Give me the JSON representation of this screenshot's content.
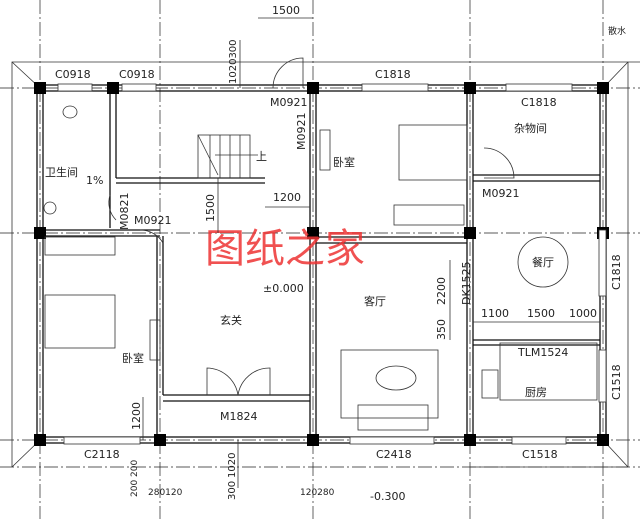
{
  "watermark": "图纸之家",
  "rooms": {
    "bathroom": "卫生间",
    "bedroom_top": "卧室",
    "storage": "杂物间",
    "dining": "餐厅",
    "living": "客厅",
    "foyer": "玄关",
    "bedroom_left": "卧室",
    "kitchen": "厨房"
  },
  "annotations": {
    "slope": "1%",
    "stair_up": "上",
    "floor_level": "±0.000",
    "outdoor_level": "-0.300",
    "apron": "散水"
  },
  "openings": {
    "c0918_a": "C0918",
    "c0918_b": "C0918",
    "m0921_top": "M0921",
    "m0921_vert": "M0921",
    "c1818_top": "C1818",
    "c1818_storage": "C1818",
    "m0921_storage": "M0921",
    "m0821": "M0821",
    "m0921_bath": "M0921",
    "dk1525": "DK1525",
    "c1818_right": "C1818",
    "tlm1524": "TLM1524",
    "c1518_right": "C1518",
    "m1824": "M1824",
    "c2118": "C2118",
    "c2418": "C2418",
    "c1518_bottom": "C1518"
  },
  "dimensions": {
    "d1500_top": "1500",
    "d1020300": "1020300",
    "d1500_stair": "1500",
    "d1200_stair": "1200",
    "d2200": "2200",
    "d350": "350",
    "d1100": "1100",
    "d1500_dining": "1500",
    "d1000": "1000",
    "d1200_bed": "1200",
    "d1020": "1020",
    "d300": "300",
    "d200_a": "200",
    "d200_b": "200",
    "d280120": "280120",
    "d120280": "120280"
  }
}
